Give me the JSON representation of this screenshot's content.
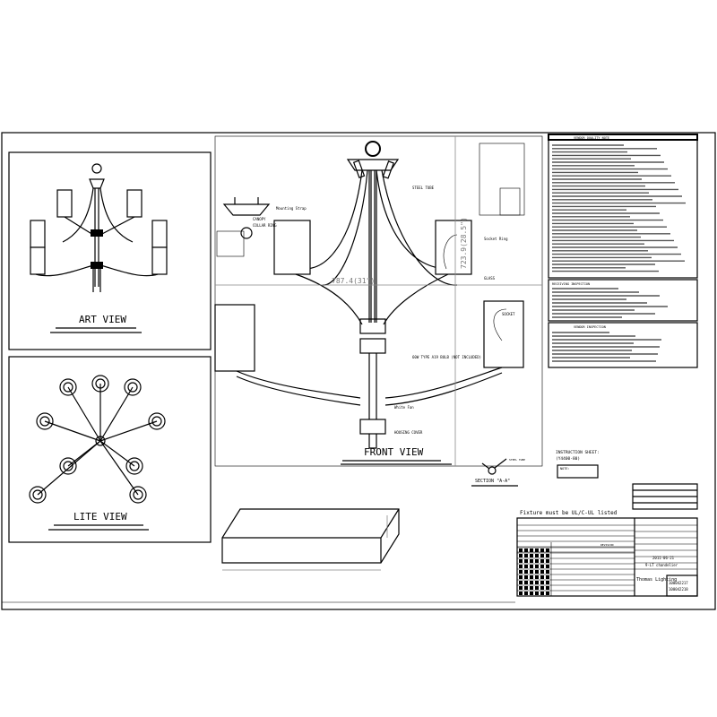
{
  "views": {
    "art_view": "ART VIEW",
    "lite_view": "LITE VIEW",
    "front_view": "FRONT VIEW",
    "section": "SECTION \"A-A\"",
    "section_note": "STEEL TUBE"
  },
  "dimensions": {
    "width": "787.4(31\")",
    "height": "723.9(28.5\")"
  },
  "callouts": {
    "steel_tube": "STEEL TUBE",
    "mounting_strap": "Mounting Strap",
    "collar_ring": "COLLAR RING",
    "canopy": "CANOPY",
    "socket": "SOCKET",
    "socket_ring": "Socket Ring",
    "glass": "GLASS",
    "bulb": "60W TYPE A19 BULB (NOT INCLUDED)",
    "housing_cover": "HOUSING COVER",
    "white_fan": "White Fan"
  },
  "instruction": {
    "label": "INSTRUCTION SHEET:",
    "code": "(Y4400-80)",
    "note": "NOTE:"
  },
  "notes": {
    "quality_title": "VENDOR QUALITY NOTE",
    "receiving_title": "RECEIVING INSPECTION",
    "vendor_title": "VENDOR INSPECTION"
  },
  "listing": "Fixture must be UL/C-UL listed",
  "title_block": {
    "rev_header": "REVISION",
    "date": "2011-06-21",
    "item": "9-LT chandelier",
    "company": "Thomas Lighting",
    "part_numbers": [
      "100042217",
      "100042218"
    ]
  }
}
